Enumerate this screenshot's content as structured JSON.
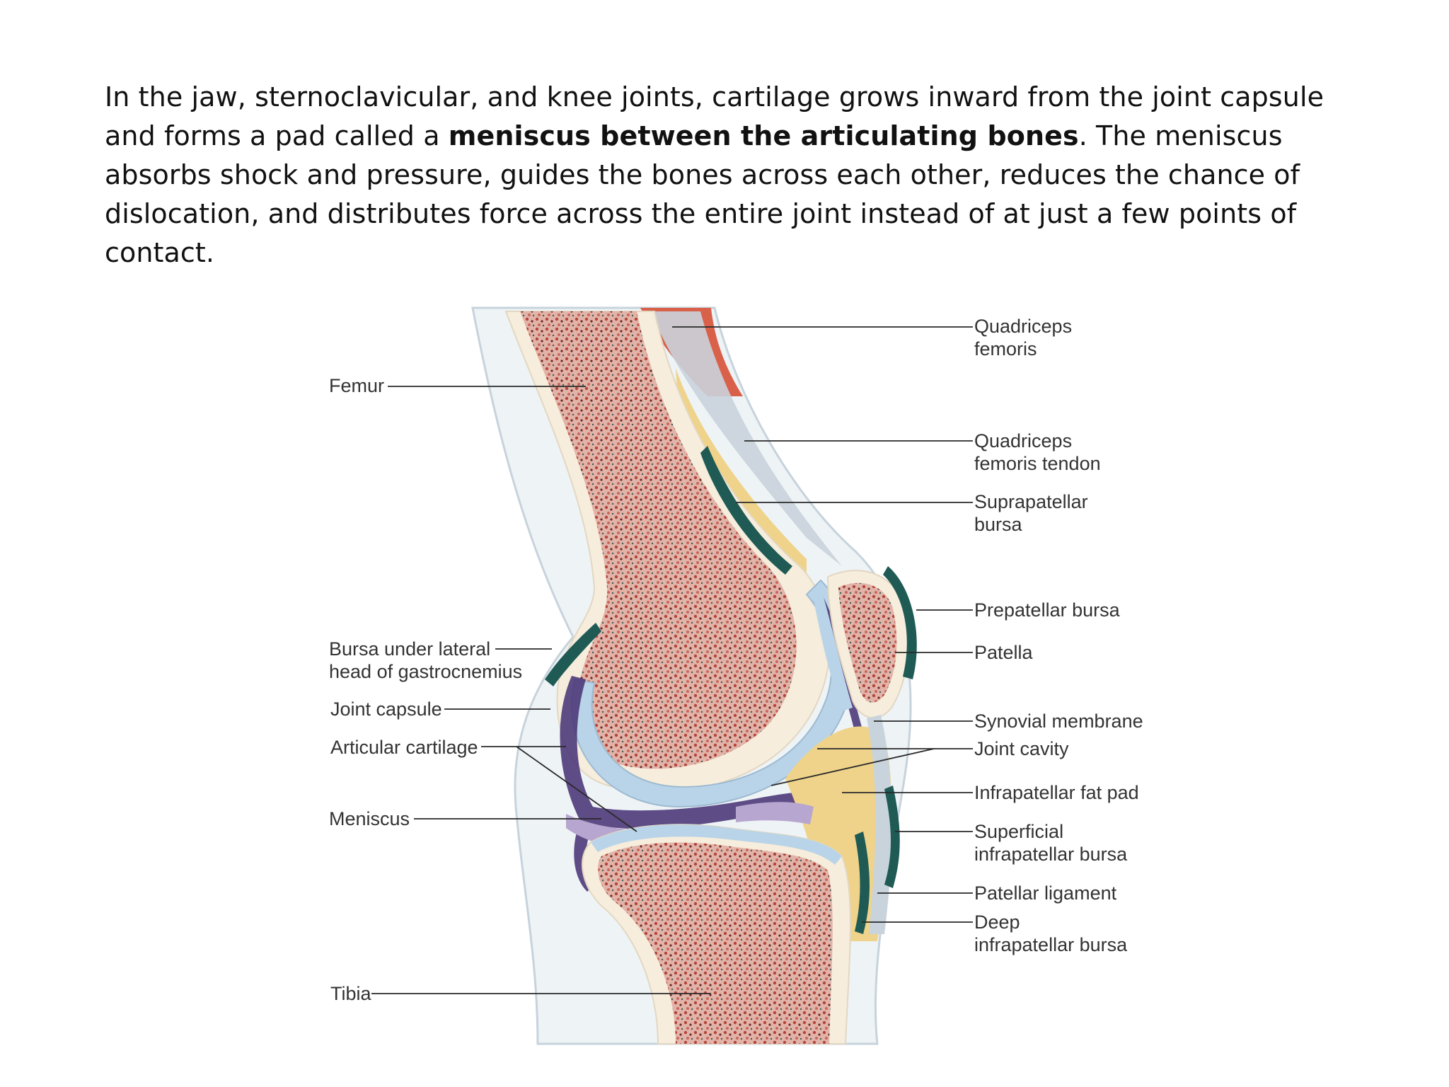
{
  "paragraph": {
    "text_before": "In the jaw, sternoclavicular, and knee joints, cartilage grows inward from the joint capsule and forms a pad called a ",
    "bold": "meniscus between the articulating bones",
    "text_after": ". The meniscus absorbs shock and pressure, guides the bones across each other, reduces the chance of dislocation, and distributes force across the entire joint instead of at just a few points of contact."
  },
  "labels": {
    "femur": "Femur",
    "bursa_gastrocnemius_1": "Bursa under lateral",
    "bursa_gastrocnemius_2": "head of gastrocnemius",
    "joint_capsule": "Joint capsule",
    "articular_cartilage": "Articular cartilage",
    "meniscus": "Meniscus",
    "tibia": "Tibia",
    "quadriceps_femoris_1": "Quadriceps",
    "quadriceps_femoris_2": "femoris",
    "quadriceps_tendon_1": "Quadriceps",
    "quadriceps_tendon_2": "femoris tendon",
    "suprapatellar_1": "Suprapatellar",
    "suprapatellar_2": "bursa",
    "prepatellar": "Prepatellar bursa",
    "patella": "Patella",
    "synovial_membrane": "Synovial membrane",
    "joint_cavity": "Joint cavity",
    "infrapatellar_fat_pad": "Infrapatellar fat pad",
    "superficial_bursa_1": "Superficial",
    "superficial_bursa_2": "infrapatellar bursa",
    "patellar_ligament": "Patellar ligament",
    "deep_bursa_1": "Deep",
    "deep_bursa_2": "infrapatellar bursa"
  },
  "colors": {
    "bone_spongy": "#d9a49a",
    "bone_cortex": "#f6eddc",
    "cartilage": "#b9d4e8",
    "synovial": "#4e3a7a",
    "bursa": "#1f5a55",
    "fat_pad": "#efd38a",
    "tendon": "#c9d3dc",
    "muscle": "#d9614a"
  }
}
